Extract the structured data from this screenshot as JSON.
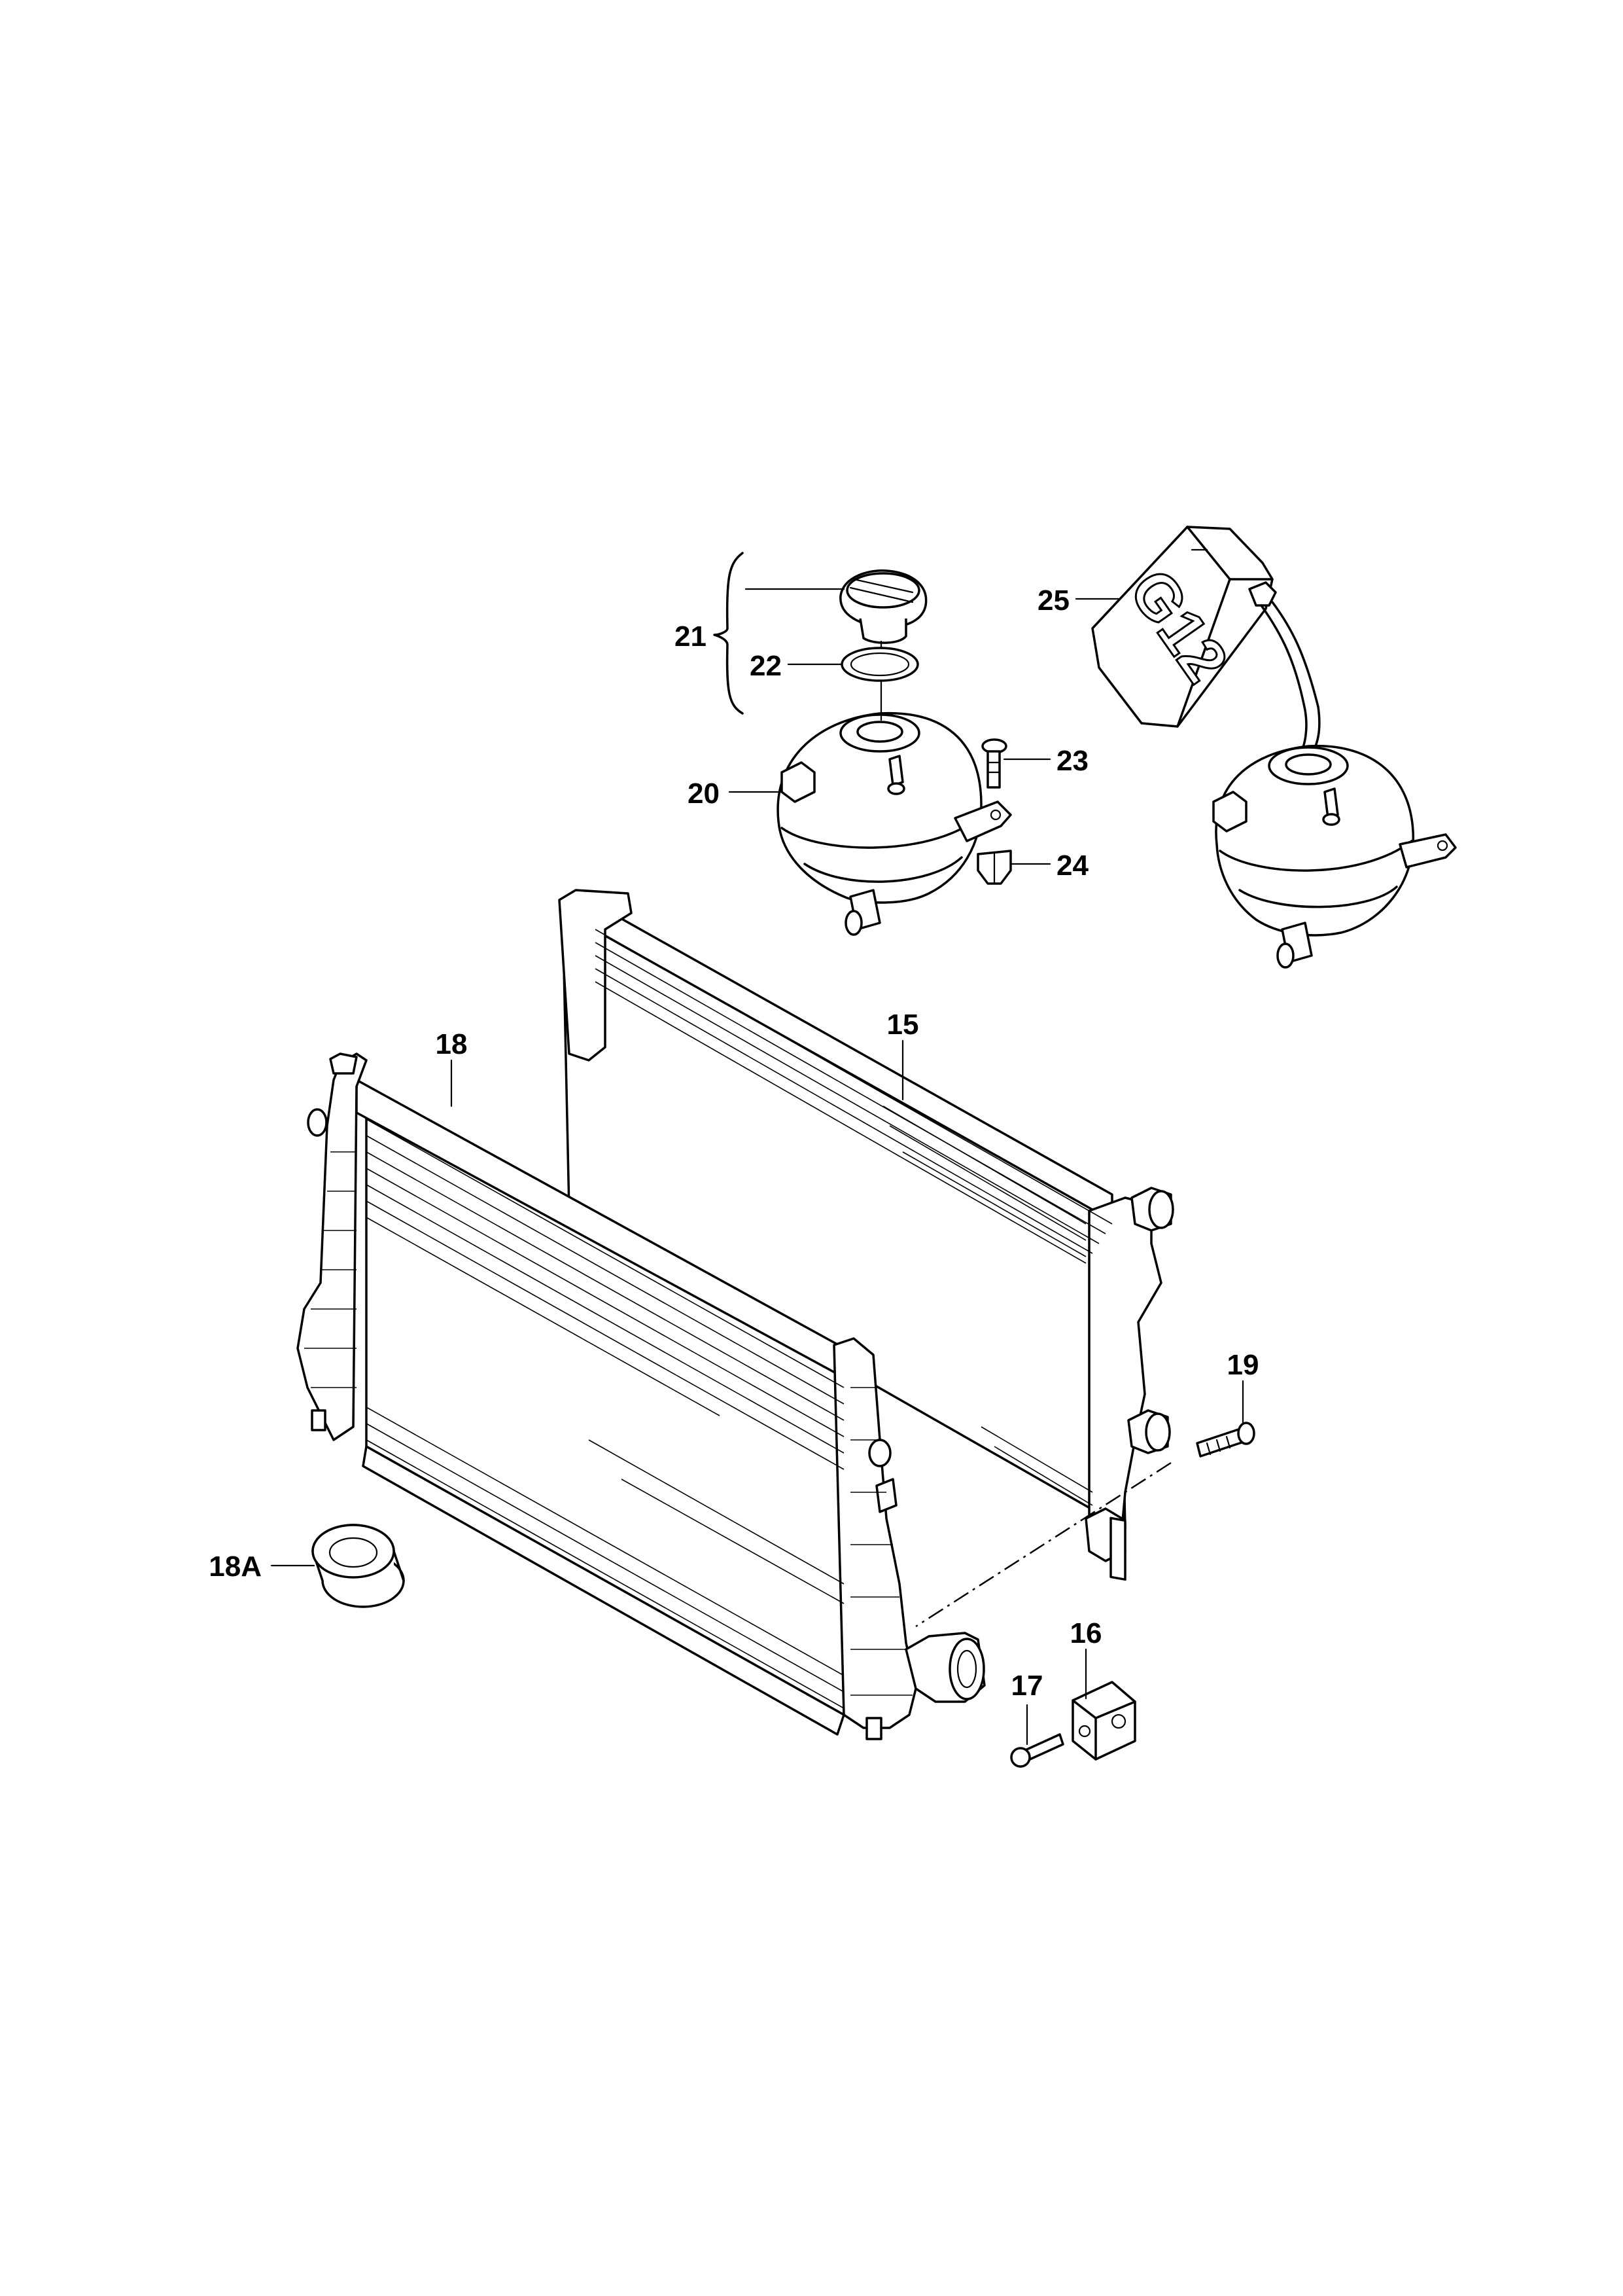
{
  "diagram": {
    "callouts": [
      {
        "id": "15",
        "label": "15"
      },
      {
        "id": "16",
        "label": "16"
      },
      {
        "id": "17",
        "label": "17"
      },
      {
        "id": "18",
        "label": "18"
      },
      {
        "id": "18A",
        "label": "18A"
      },
      {
        "id": "19",
        "label": "19"
      },
      {
        "id": "20",
        "label": "20"
      },
      {
        "id": "21",
        "label": "21"
      },
      {
        "id": "22",
        "label": "22"
      },
      {
        "id": "23",
        "label": "23"
      },
      {
        "id": "24",
        "label": "24"
      },
      {
        "id": "25",
        "label": "25"
      }
    ],
    "container_marking": "G12"
  }
}
